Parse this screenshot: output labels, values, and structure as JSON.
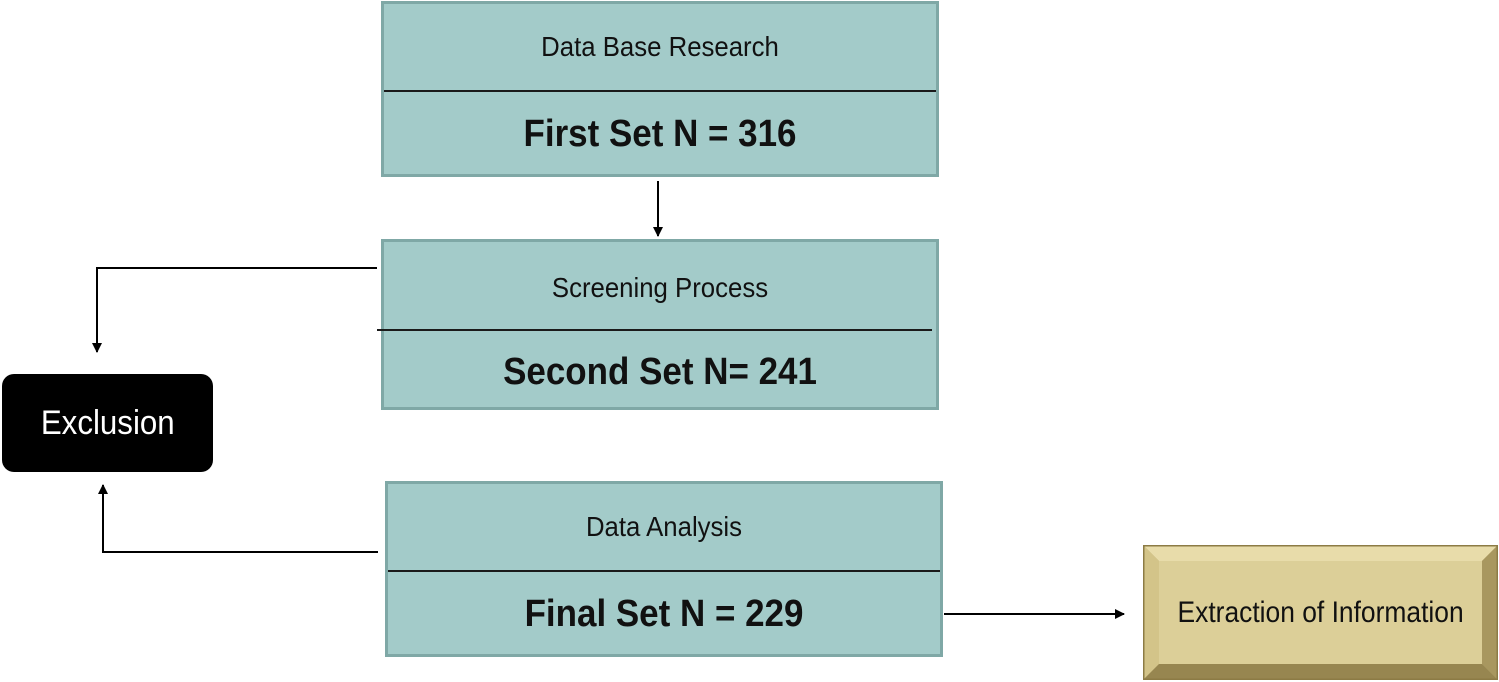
{
  "stages": [
    {
      "title": "Data Base Research",
      "count_label": "First Set N = 316"
    },
    {
      "title": "Screening Process",
      "count_label": "Second Set N= 241"
    },
    {
      "title": "Data Analysis",
      "count_label": "Final Set N = 229"
    }
  ],
  "exclusion": {
    "label": "Exclusion"
  },
  "extraction": {
    "label": "Extraction of Information"
  },
  "colors": {
    "stage_fill": "#a3cbc9",
    "stage_border": "#7fa8a6",
    "exclusion_fill": "#000000",
    "extraction_fill": "#dccf98",
    "extraction_frame": "#b9a874"
  }
}
